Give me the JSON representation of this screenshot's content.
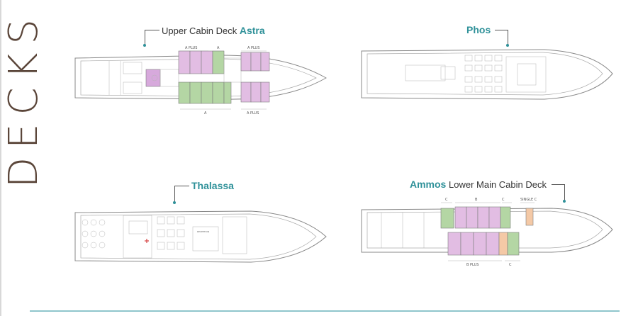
{
  "page": {
    "title": "DECKS"
  },
  "decks": {
    "astra": {
      "prefix": "Upper Cabin Deck",
      "name": "Astra",
      "top_labels": [
        "A PLUS",
        "A",
        "A PLUS"
      ],
      "bottom_labels": [
        "A",
        "A PLUS"
      ]
    },
    "phos": {
      "name": "Phos"
    },
    "thalassa": {
      "name": "Thalassa",
      "labels": [
        "RECEPTION"
      ]
    },
    "ammos": {
      "name": "Ammos",
      "suffix": "Lower Main Cabin Deck",
      "top_labels": [
        "C",
        "B",
        "C",
        "SINGLE C"
      ],
      "bottom_labels": [
        "B PLUS",
        "C"
      ]
    }
  },
  "colors": {
    "title": "#5b463a",
    "accent": "#2f9199",
    "a_plus_cabin": "#e2bde3",
    "a_cabin": "#b4d6a4",
    "single_cabin": "#f4c9a6",
    "rule": "#8fc6cc"
  }
}
